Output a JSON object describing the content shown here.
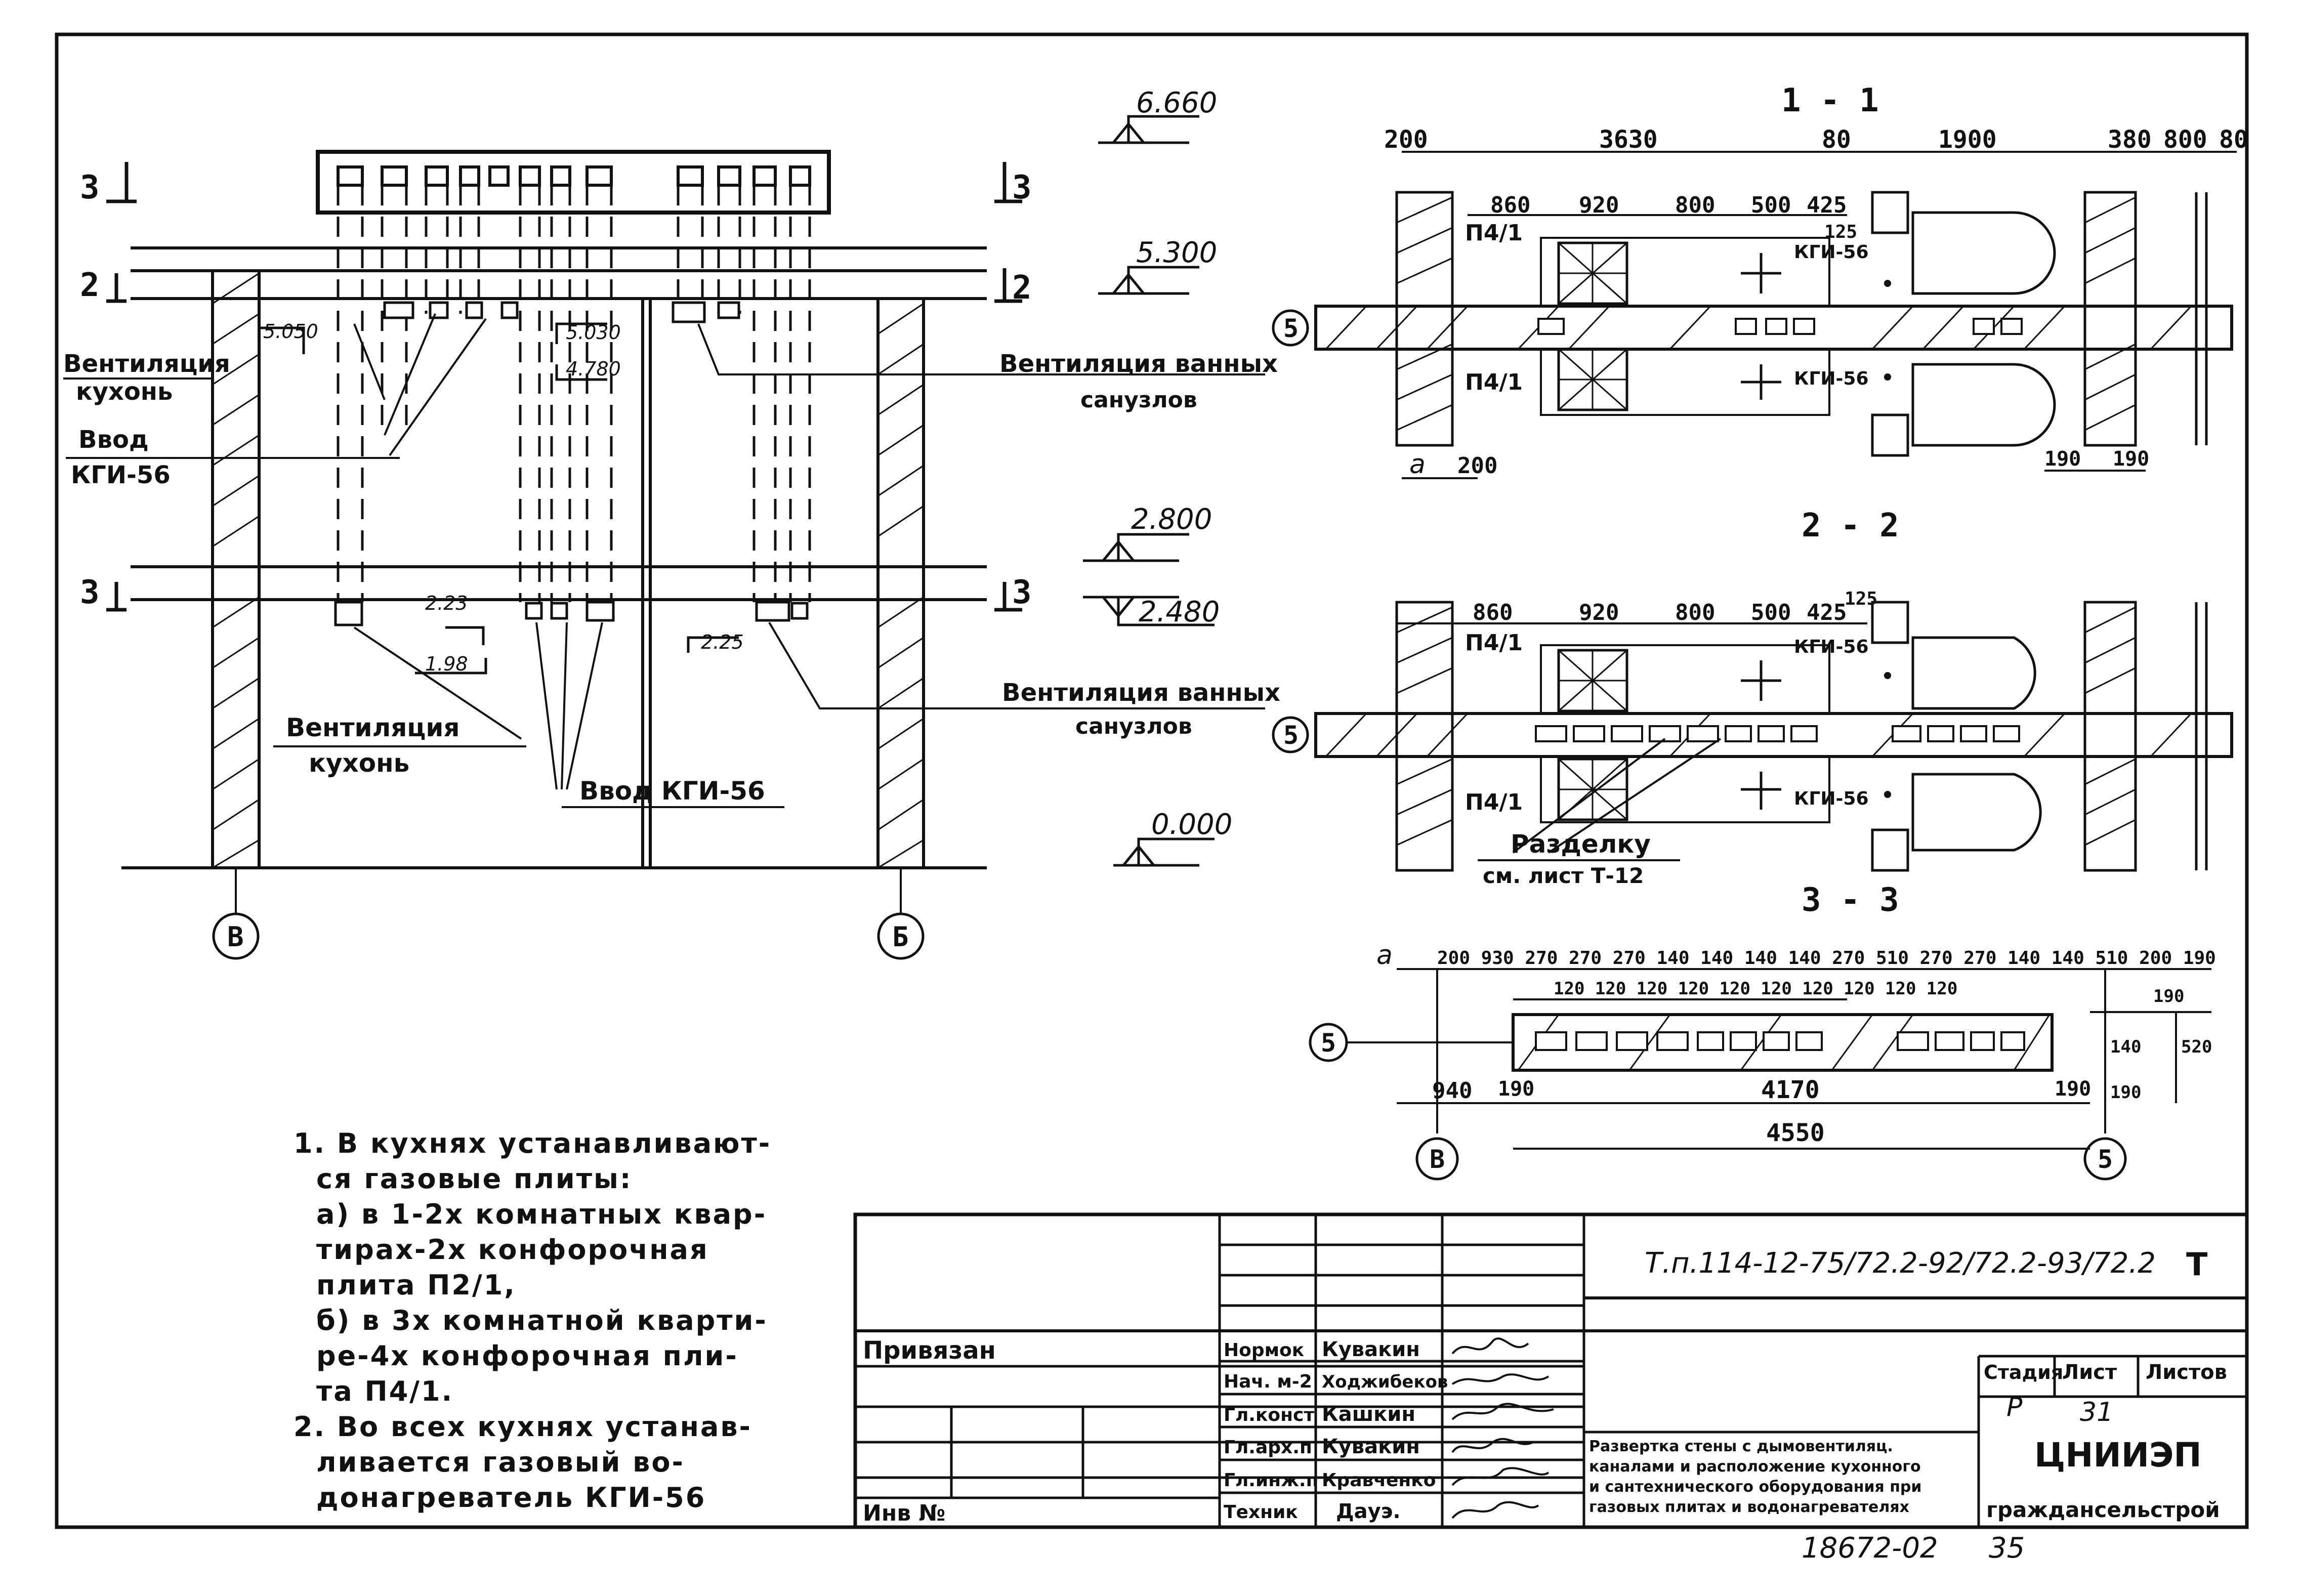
{
  "elevation": {
    "sec_marks": {
      "s3": "3",
      "s2": "2"
    },
    "level_6660": "6.660",
    "level_5300": "5.300",
    "level_2800": "2.800",
    "level_2480": "2.480",
    "level_0000": "0.000",
    "level_5050": "5.050",
    "level_5030": "5.030",
    "level_4780": "4.780",
    "level_223": "2.23",
    "level_198": "1.98",
    "level_225": "2.25",
    "vent_kitchens_1": "Вентиляция",
    "vent_kitchens_2": "кухонь",
    "inlet_1": "Ввод",
    "inlet_2": "КГИ-56",
    "vent_bath_1": "Вентиляция ванных",
    "vent_bath_2": "санузлов",
    "vent_kitchens_lower_1": "Вентиляция",
    "vent_kitchens_lower_2": "кухонь",
    "inlet_lower": "Ввод КГИ-56",
    "vent_bath_lower_1": "Вентиляция ванных",
    "vent_bath_lower_2": "санузлов",
    "axis_v": "В",
    "axis_b": "Б"
  },
  "plan_11": {
    "title": "1 - 1",
    "dims_top": [
      "200",
      "3630",
      "80",
      "1900",
      "380",
      "800",
      "80"
    ],
    "dims_inner": [
      "860",
      "920",
      "800",
      "500",
      "425",
      "125"
    ],
    "label_p1": "П4/1",
    "label_p2": "П4/1",
    "label_kgi1": "КГИ-56",
    "label_kgi2": "КГИ-56",
    "axis": "5",
    "dim_a": "а",
    "dim_200": "200",
    "dim_190a": "190",
    "dim_190b": "190"
  },
  "plan_22": {
    "title": "2 - 2",
    "dims_inner": [
      "860",
      "920",
      "800",
      "500",
      "425",
      "125"
    ],
    "label_p1": "П4/1",
    "label_p2": "П4/1",
    "label_kgi1": "КГИ-56",
    "label_kgi2": "КГИ-56",
    "axis": "5",
    "note_1": "Разделку",
    "note_2": "см. лист Т-12"
  },
  "plan_33": {
    "title": "3 - 3",
    "dims_top": "200 930 270 270 270 140 140 140 140 270 510 270 270 140 140 510 200 190",
    "dims_second": "120 120 120 120 120 120 120   120 120 120",
    "dims_bottom_a": "940",
    "dims_bottom_b": "190",
    "dims_bottom_c": "4170",
    "dims_bottom_d": "190",
    "dims_total": "4550",
    "dims_right": [
      "190",
      "140",
      "190",
      "520"
    ],
    "axis_left": "В",
    "axis_right": "5",
    "axis_row": "5",
    "dim_a": "а"
  },
  "notes": [
    "1. В кухнях устанавливают-",
    "ся газовые плиты:",
    "а) в 1-2х комнатных квар-",
    "тирах-2х конфорочная",
    "плита П2/1,",
    "б) в 3х комнатной кварти-",
    "ре-4х конфорочная пли-",
    "та П4/1.",
    "2. Во всех кухнях устанав-",
    "ливается газовый во-",
    "донагреватель КГИ-56"
  ],
  "title_block": {
    "doc_code": "Т.п.114-12-75/72.2-92/72.2-93/72.2",
    "section_mark": "Т",
    "privyazan": "Привязан",
    "inv": "Инв №",
    "roles": [
      {
        "role": "Нормок",
        "name": "Кувакин"
      },
      {
        "role": "Нач. м-2",
        "name": "Ходжибеков"
      },
      {
        "role": "Гл.конст",
        "name": "Кашкин"
      },
      {
        "role": "Гл.арх.п",
        "name": "Кувакин"
      },
      {
        "role": "Гл.инж.п",
        "name": "Кравченко"
      },
      {
        "role": "Техник",
        "name": "Дауэ."
      }
    ],
    "stage_label": "Стадия",
    "sheet_label": "Лист",
    "sheets_label": "Листов",
    "stage": "Р",
    "sheet": "31",
    "description": [
      "Развертка стены с дымовентиляц.",
      "каналами и расположение кухонного",
      "и сантехнического оборудования при",
      "газовых плитах и водонагревателях"
    ],
    "org_1": "ЦНИИЭП",
    "org_2": "граждансельстрой"
  },
  "footer": {
    "number": "18672-02",
    "page": "35"
  }
}
